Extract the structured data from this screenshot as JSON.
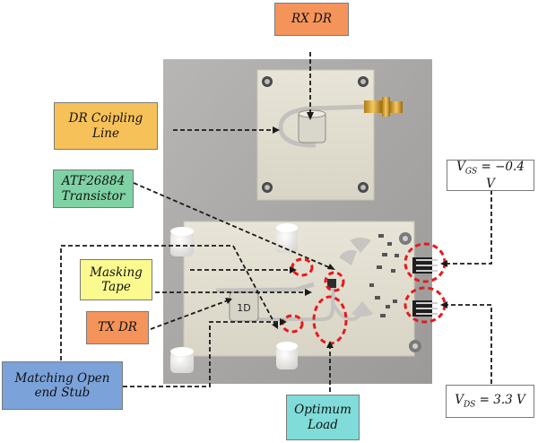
{
  "colors": {
    "orange": "#f5945a",
    "gold": "#f7c15a",
    "green": "#7fd2a4",
    "yellow": "#fafa8f",
    "blue": "#7ba2d9",
    "teal": "#7fdcd9",
    "leader": "#1a1a1a",
    "highlight": "#e8191b",
    "photo_bg": "#b0aeac",
    "board": "#e4e1d3",
    "trace": "#c9c7c4"
  },
  "labels": {
    "rx_dr": "RX DR",
    "dr_coupling_line": [
      "DR Coipling",
      "Line"
    ],
    "transistor": [
      "ATF26884",
      "Transistor"
    ],
    "masking_tape": [
      "Masking",
      "Tape"
    ],
    "tx_dr": "TX DR",
    "matching_stub": [
      "Matching Open",
      "end Stub"
    ],
    "optimum_load": [
      "Optimum",
      "Load"
    ],
    "vgs": {
      "symbol": "V",
      "sub": "GS",
      "value": " = −0.4 V"
    },
    "vds": {
      "symbol": "V",
      "sub": "DS",
      "value": " = 3.3 V"
    }
  },
  "puck_text": "1D"
}
